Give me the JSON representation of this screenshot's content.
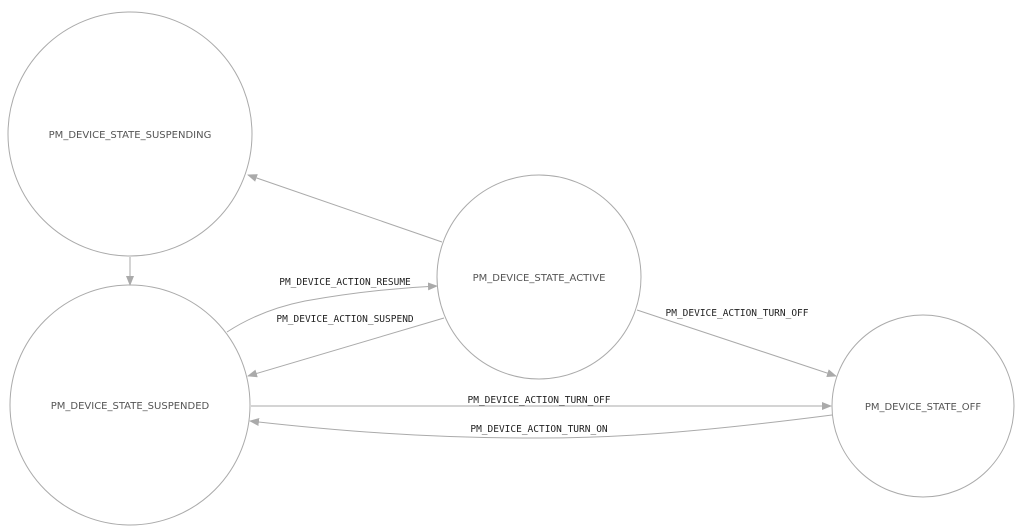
{
  "diagram": {
    "states": {
      "suspending": "PM_DEVICE_STATE_SUSPENDING",
      "active": "PM_DEVICE_STATE_ACTIVE",
      "suspended": "PM_DEVICE_STATE_SUSPENDED",
      "off": "PM_DEVICE_STATE_OFF"
    },
    "transitions": {
      "resume": "PM_DEVICE_ACTION_RESUME",
      "suspend": "PM_DEVICE_ACTION_SUSPEND",
      "turn_off_active": "PM_DEVICE_ACTION_TURN_OFF",
      "turn_off_suspended": "PM_DEVICE_ACTION_TURN_OFF",
      "turn_on": "PM_DEVICE_ACTION_TURN_ON"
    },
    "colors": {
      "line": "#aaaaaa",
      "state_text": "#555555",
      "edge_text": "#222222"
    }
  }
}
